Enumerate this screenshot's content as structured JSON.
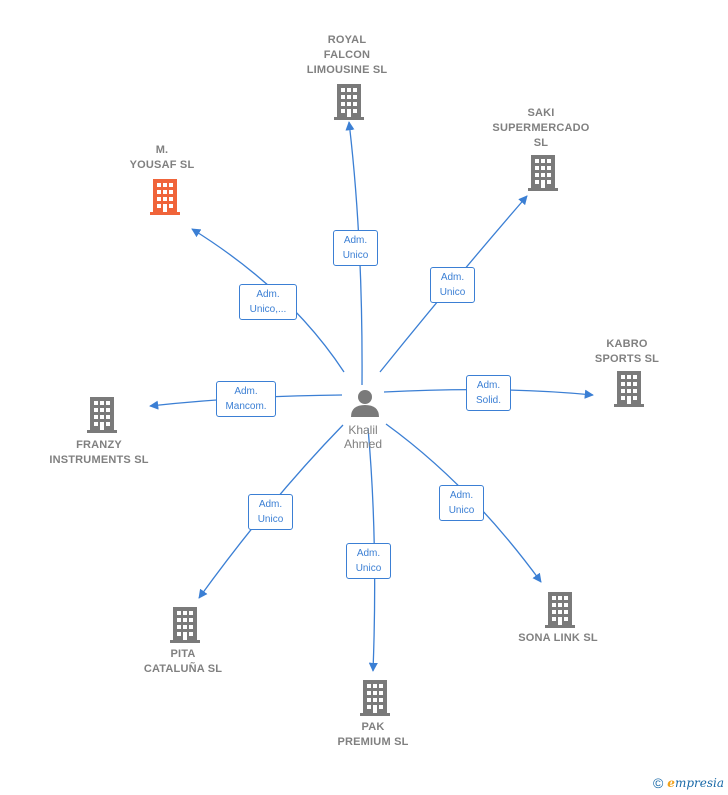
{
  "center": {
    "name": "Khalil\nAhmed"
  },
  "nodes": [
    {
      "id": "royal",
      "label": "ROYAL\nFALCON\nLIMOUSINE  SL",
      "highlight": false,
      "edge": "Adm.\nUnico"
    },
    {
      "id": "saki",
      "label": "SAKI\nSUPERMERCADO\nSL",
      "highlight": false,
      "edge": "Adm.\nUnico"
    },
    {
      "id": "yousaf",
      "label": "M.\nYOUSAF  SL",
      "highlight": true,
      "edge": "Adm.\nUnico,..."
    },
    {
      "id": "kabro",
      "label": "KABRO\nSPORTS  SL",
      "highlight": false,
      "edge": "Adm.\nSolid."
    },
    {
      "id": "franzy",
      "label": "FRANZY\nINSTRUMENTS SL",
      "highlight": false,
      "edge": "Adm.\nMancom."
    },
    {
      "id": "pita",
      "label": "PITA\nCATALUÑA  SL",
      "highlight": false,
      "edge": "Adm.\nUnico"
    },
    {
      "id": "pak",
      "label": "PAK\nPREMIUM  SL",
      "highlight": false,
      "edge": "Adm.\nUnico"
    },
    {
      "id": "sona",
      "label": "SONA LINK  SL",
      "highlight": false,
      "edge": "Adm.\nUnico"
    }
  ],
  "colors": {
    "edge": "#3b7fd4",
    "building": "#7a7a7a",
    "highlight": "#f0643a",
    "person": "#7a7a7a"
  },
  "footer": {
    "copyright": "©",
    "brand_first": "e",
    "brand_rest": "mpresia"
  }
}
